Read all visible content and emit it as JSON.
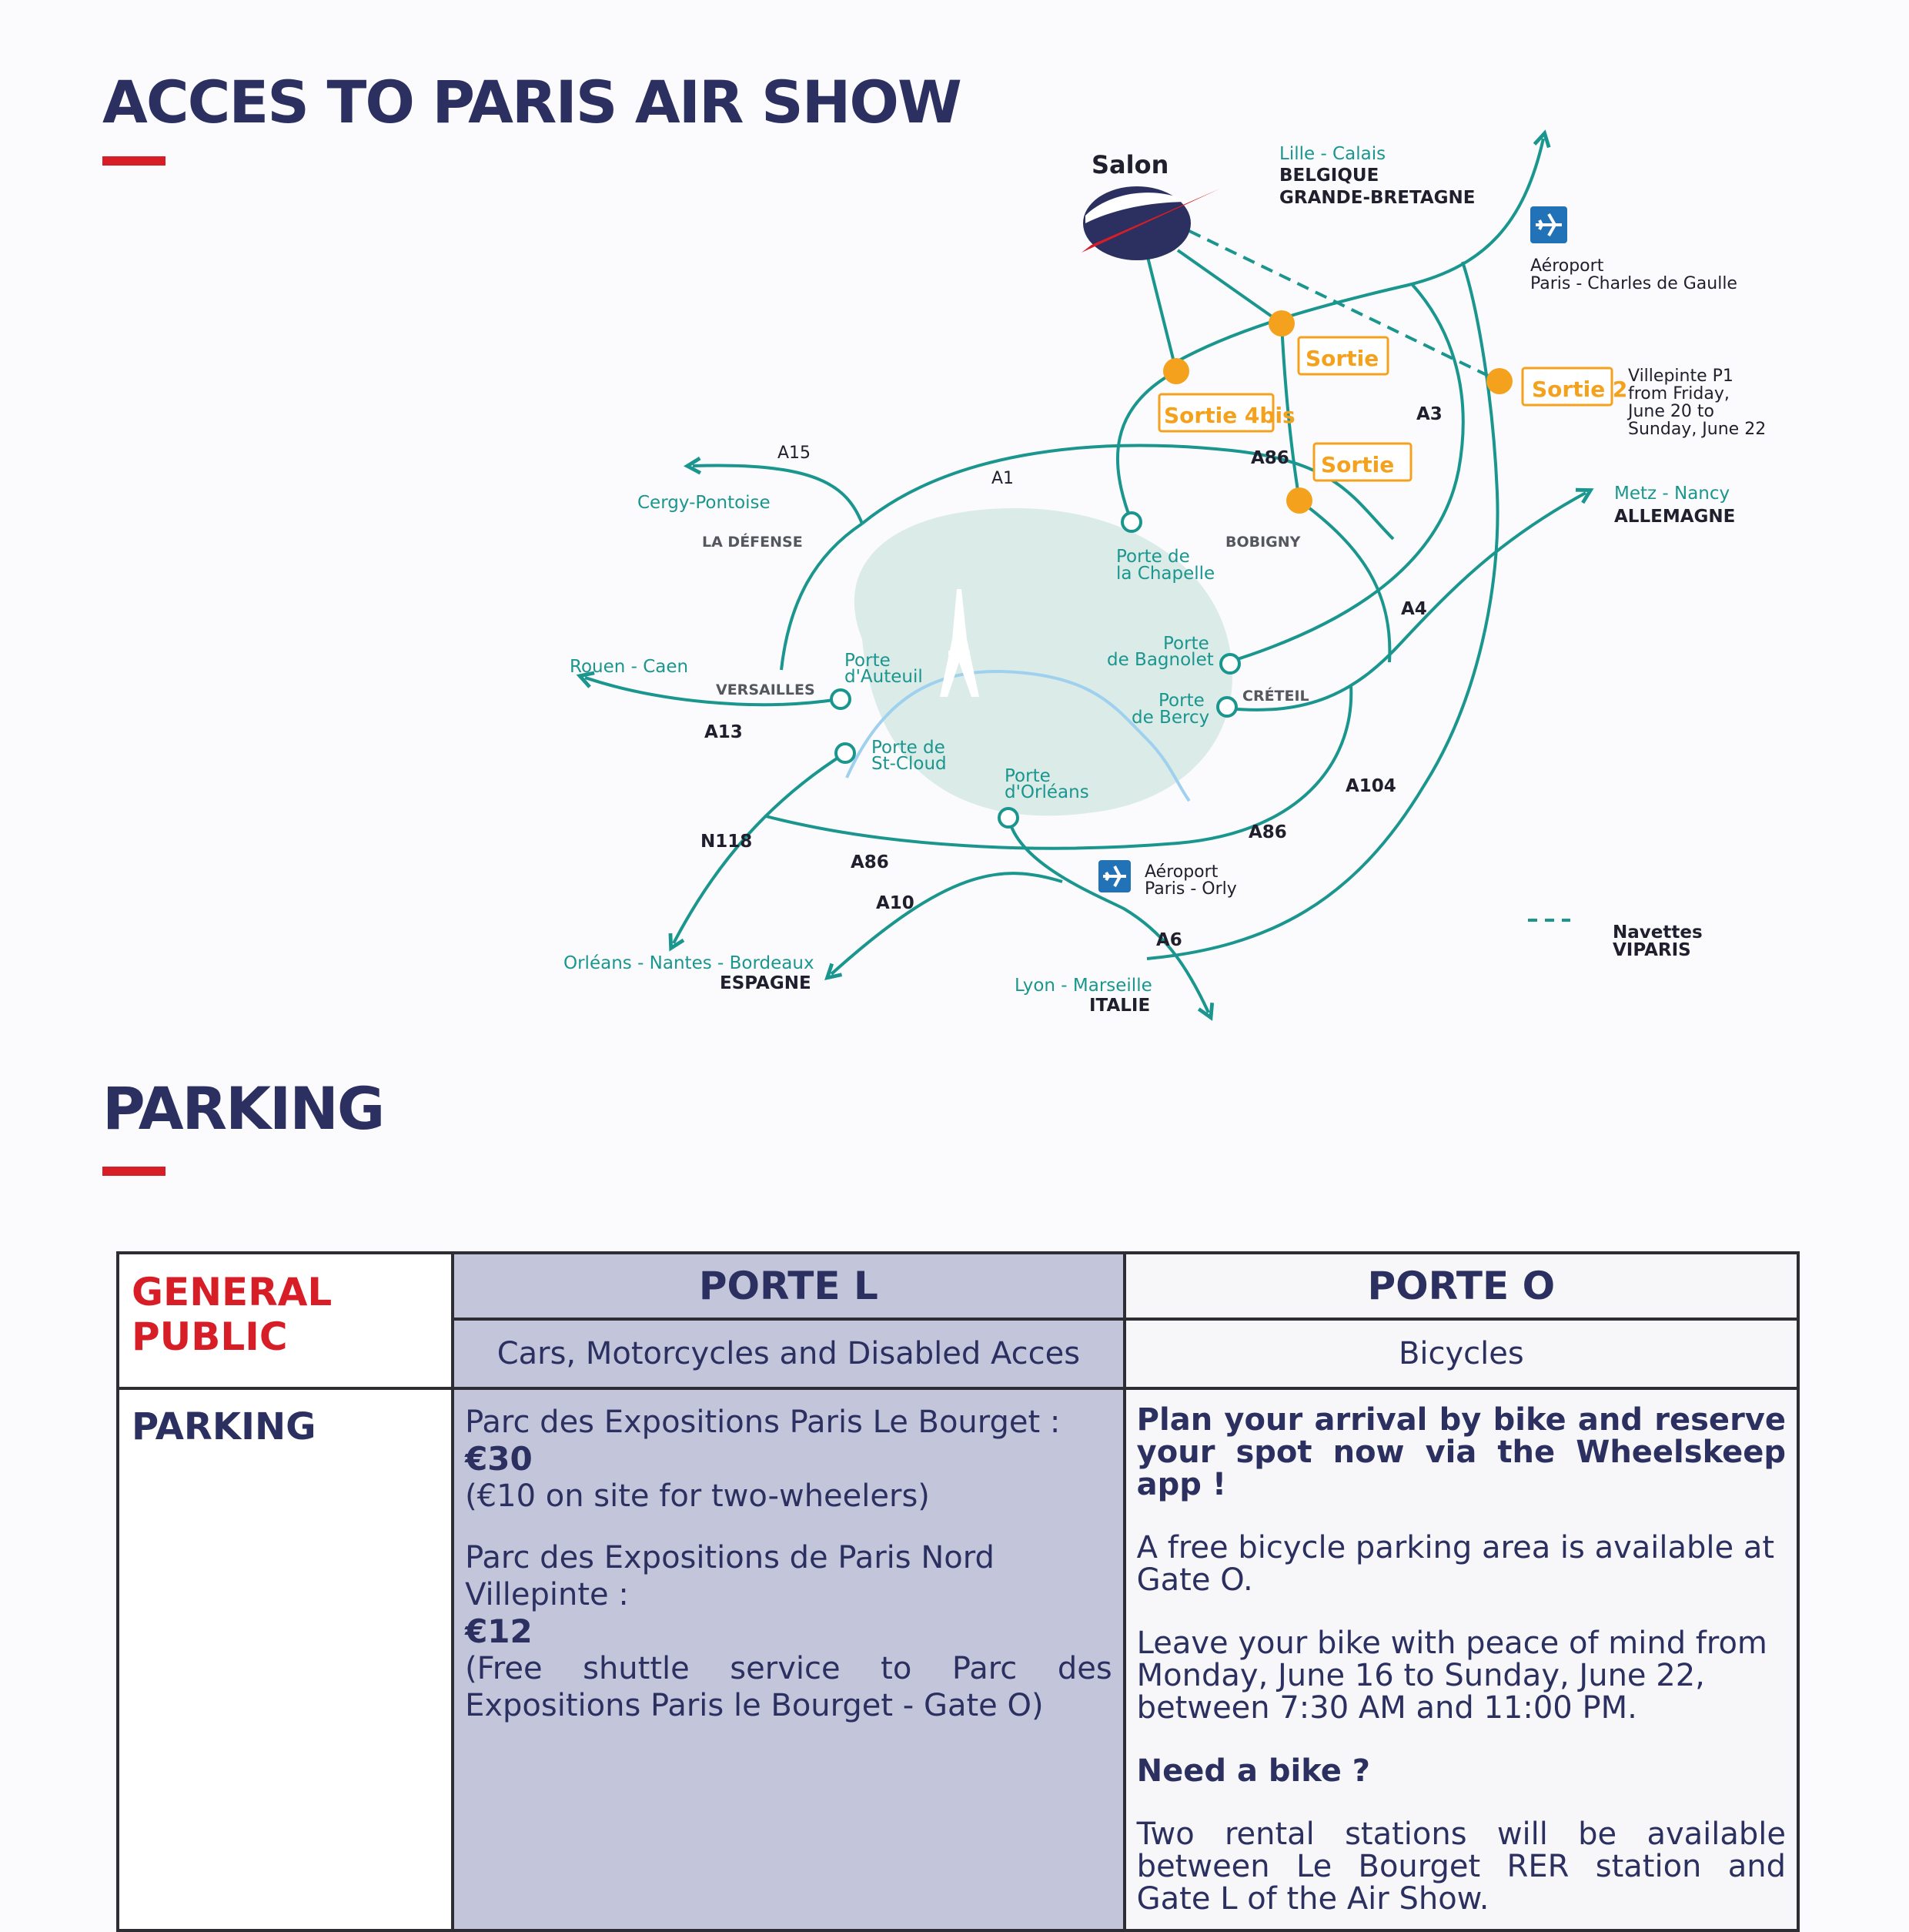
{
  "section_access": {
    "title": "ACCES TO PARIS AIR SHOW"
  },
  "section_parking": {
    "title": "PARKING"
  },
  "map": {
    "salon": "Salon",
    "lille_calais": "Lille - Calais",
    "belgique": "BELGIQUE",
    "grande_bretagne": "GRANDE-BRETAGNE",
    "aeroport_cdg_1": "Aéroport",
    "aeroport_cdg_2": "Paris - Charles de Gaulle",
    "sortie_top": "Sortie",
    "sortie_4bis": "Sortie 4bis",
    "sortie_a86": "Sortie",
    "sortie_2": "Sortie 2",
    "villepinte_1": "Villepinte P1",
    "villepinte_2": "from Friday,",
    "villepinte_3": "June 20 to",
    "villepinte_4": "Sunday, June 22",
    "a3": "A3",
    "a86_top": "A86",
    "a15": "A15",
    "a1": "A1",
    "cergy": "Cergy-Pontoise",
    "la_defense": "LA DÉFENSE",
    "porte_chapelle_1": "Porte de",
    "porte_chapelle_2": "la Chapelle",
    "bobigny": "BOBIGNY",
    "metz_nancy": "Metz - Nancy",
    "allemagne": "ALLEMAGNE",
    "a4": "A4",
    "rouen_caen": "Rouen - Caen",
    "versailles": "VERSAILLES",
    "porte_auteuil_1": "Porte",
    "porte_auteuil_2": "d'Auteuil",
    "porte_bagnolet_1": "Porte",
    "porte_bagnolet_2": "de Bagnolet",
    "porte_bercy_1": "Porte",
    "porte_bercy_2": "de Bercy",
    "creteil": "CRÉTEIL",
    "a13": "A13",
    "porte_stcloud_1": "Porte de",
    "porte_stcloud_2": "St-Cloud",
    "porte_orleans_1": "Porte",
    "porte_orleans_2": "d'Orléans",
    "a104": "A104",
    "n118": "N118",
    "a86_bottom_left": "A86",
    "a86_bottom_right": "A86",
    "aeroport_orly_1": "Aéroport",
    "aeroport_orly_2": "Paris - Orly",
    "a10": "A10",
    "a6": "A6",
    "orleans_nantes": "Orléans - Nantes - Bordeaux",
    "espagne": "ESPAGNE",
    "lyon_marseille": "Lyon - Marseille",
    "italie": "ITALIE",
    "navettes_1": "Navettes",
    "navettes_2": "VIPARIS",
    "colors": {
      "teal": "#1a968e",
      "orange": "#f4a21d",
      "navy": "#2b3060",
      "red": "#d71e27",
      "paris": "#dbebe8"
    }
  },
  "table": {
    "general_public": "GENERAL PUBLIC",
    "porte_l": "PORTE L",
    "porte_o": "PORTE O",
    "porte_l_sub": "Cars, Motorcycles and Disabled Acces",
    "porte_o_sub": "Bicycles",
    "parking_label": "PARKING",
    "l_bourget": "Parc des Expositions Paris Le Bourget :",
    "l_bourget_price": "€30",
    "l_bourget_note": "(€10 on site for two-wheelers)",
    "l_villepinte": "Parc des Expositions de Paris Nord Villepinte :",
    "l_villepinte_price": "€12",
    "l_villepinte_note": "(Free shuttle service to Parc des Expositions Paris le Bourget - Gate O)",
    "o_plan": "Plan your arrival by bike and reserve your spot now via the Wheelskeep app !",
    "o_free": "A free bicycle parking area is available at Gate O.",
    "o_leave": "Leave your bike with peace of mind from Monday, June 16 to Sunday, June 22, between 7:30 AM and 11:00 PM.",
    "o_need": "Need a bike ?",
    "o_rental": "Two rental stations will be available between Le Bourget RER station and Gate L of the Air Show."
  }
}
